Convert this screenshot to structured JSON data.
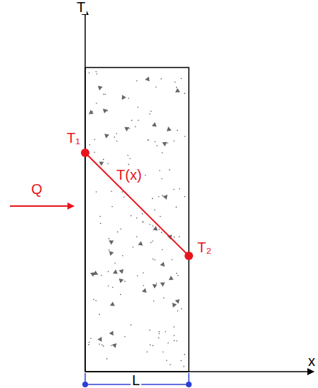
{
  "diagram": {
    "labels": [
      "T",
      "x",
      "T₁",
      "T₂",
      "T(x)",
      "Q",
      "L"
    ]
  }
}
